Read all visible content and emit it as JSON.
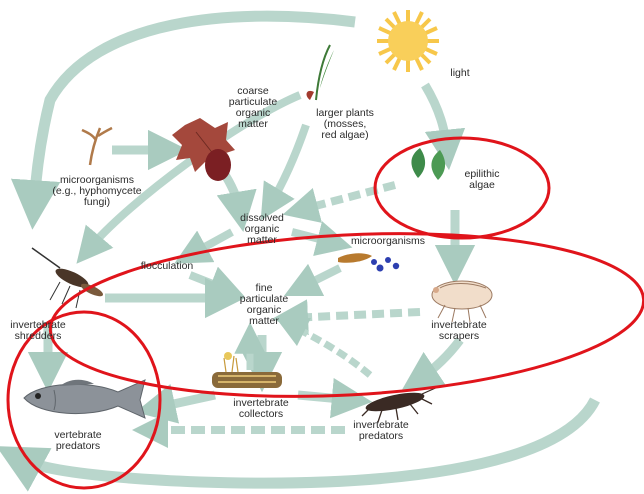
{
  "labels": {
    "light": "light",
    "larger_plants": "larger plants\n(mosses,\nred algae)",
    "coarse_pom": "coarse\nparticulate\norganic\nmatter",
    "microorganisms_fungi": "microorganisms\n(e.g., hyphomycete\nfungi)",
    "epilithic_algae": "epilithic\nalgae",
    "dissolved_om": "dissolved\norganic\nmatter",
    "microorganisms": "microorganisms",
    "flocculation": "flocculation",
    "fine_pom": "fine\nparticulate\norganic\nmatter",
    "invertebrate_shredders": "invertebrate\nshredders",
    "invertebrate_scrapers": "invertebrate\nscrapers",
    "invertebrate_collectors": "invertebrate\ncollectors",
    "invertebrate_predators": "invertebrate\npredators",
    "vertebrate_predators": "vertebrate\npredators"
  },
  "colors": {
    "arrow": "#b9d6cc",
    "highlight_circle": "#e0141b",
    "sun": "#f7c74a",
    "leaf_red": "#a23a2e",
    "algae_green": "#3e8b4a",
    "fish": "#8c9299"
  },
  "icons": [
    "sun-icon",
    "plant-icon",
    "leaf-icon",
    "twig-icon",
    "algae-icon",
    "microbe-icon",
    "shredder-icon",
    "scraper-icon",
    "collector-icon",
    "predator-insect-icon",
    "fish-icon"
  ]
}
